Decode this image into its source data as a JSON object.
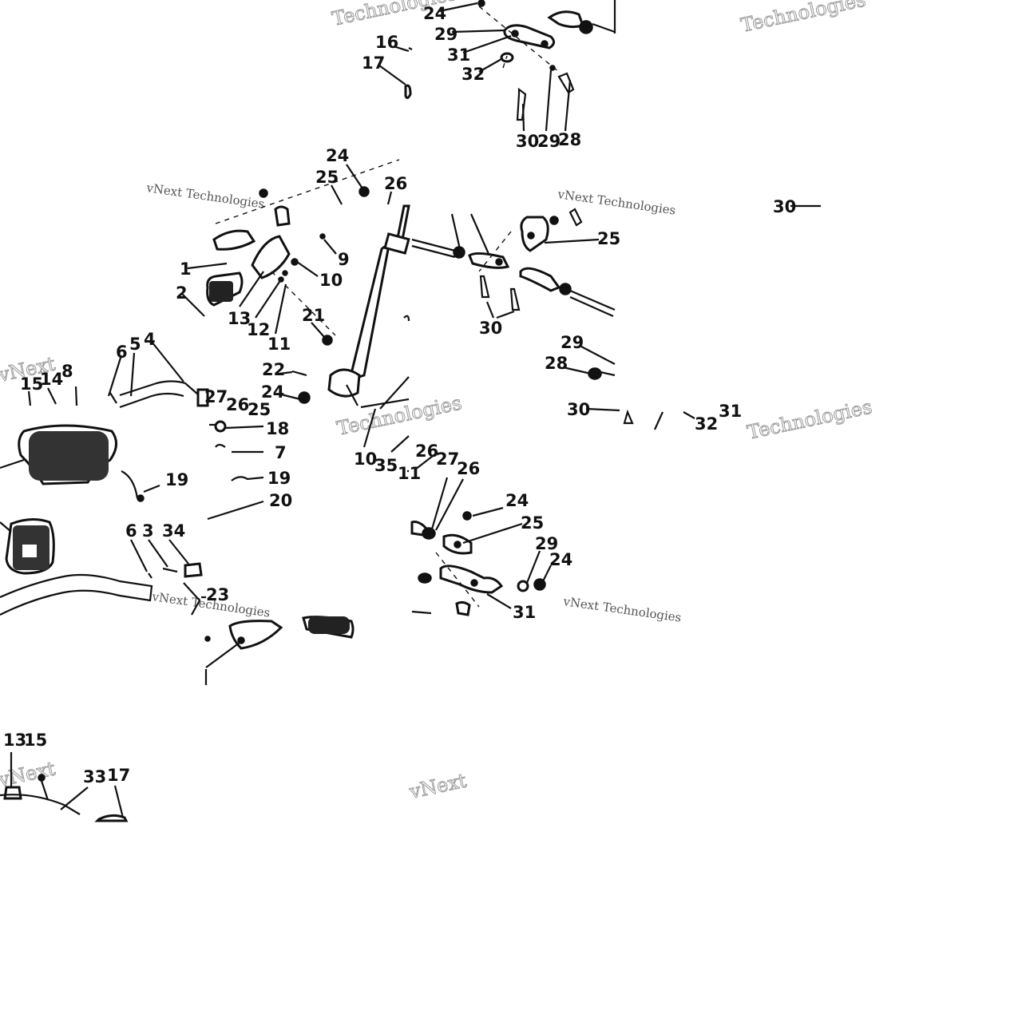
{
  "watermark": {
    "text_a": "Technologies",
    "text_b": "vNext Technologies",
    "text_c": "vNext"
  },
  "callouts": [
    "24",
    "29",
    "31",
    "32",
    "16",
    "17",
    "30",
    "29",
    "28",
    "24",
    "25",
    "26",
    "1",
    "2",
    "13",
    "12",
    "11",
    "9",
    "10",
    "21",
    "22",
    "24",
    "6",
    "5",
    "4",
    "27",
    "26",
    "25",
    "15",
    "14",
    "8",
    "25",
    "30",
    "29",
    "28",
    "30",
    "32",
    "31",
    "30",
    "18",
    "7",
    "19",
    "20",
    "10",
    "35",
    "11",
    "26",
    "27",
    "26",
    "24",
    "25",
    "29",
    "24",
    "31",
    "19",
    "6",
    "3",
    "34",
    "23",
    "13",
    "15",
    "33",
    "17"
  ]
}
